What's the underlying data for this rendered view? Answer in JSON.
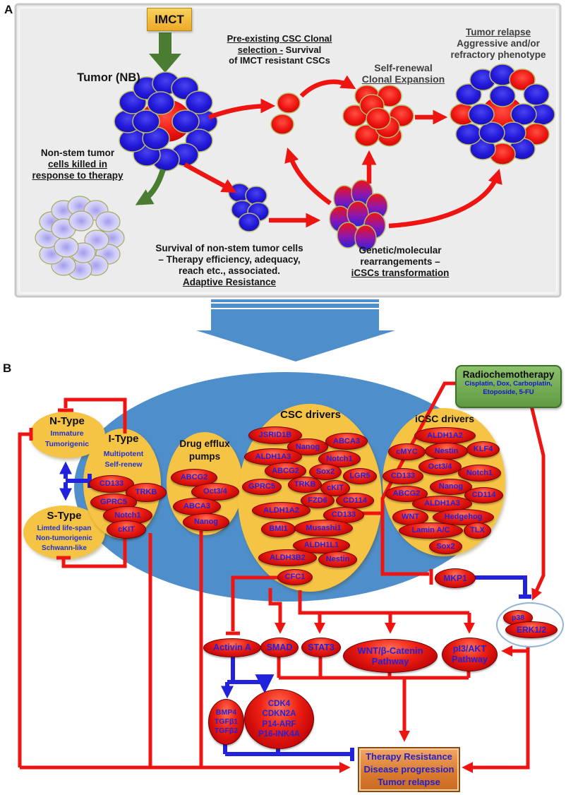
{
  "panel_a": {
    "label": "A",
    "imct": "IMCT",
    "tumor_label": "Tumor (NB)",
    "preexisting": {
      "l1": "Pre-existing CSC Clonal",
      "l2u": "selection -",
      "l2r": "Survival",
      "l3": "of IMCT resistant CSCs"
    },
    "self_renewal": {
      "l1": "Self-renewal",
      "l2": "Clonal Expansion"
    },
    "relapse": {
      "l1": "Tumor relapse",
      "l2": "Aggressive and/or",
      "l3": "refractory phenotype"
    },
    "killed": {
      "l1": "Non-stem tumor",
      "l2": "cells killed in",
      "l3": "response to therapy"
    },
    "survival": {
      "l1": "Survival of non-stem tumor cells",
      "l2": "– Therapy efficiency, adequacy,",
      "l3": "reach etc., associated.",
      "l4": "Adaptive Resistance"
    },
    "genetic": {
      "l1": "Genetic/molecular",
      "l2": "rearrangements –",
      "l3": "iCSCs transformation"
    }
  },
  "panel_b": {
    "label": "B",
    "radio": {
      "title": "Radiochemotherapy",
      "drugs1": "Cisplatin, Dox, Carboplatin,",
      "drugs2": "Etoposide, 5-FU"
    },
    "n_type": {
      "title": "N-Type",
      "s1": "Immature",
      "s2": "Tumorigenic"
    },
    "s_type": {
      "title": "S-Type",
      "s1": "Limted life-span",
      "s2": "Non-tumorigenic",
      "s3": "Schwann-like"
    },
    "i_type": {
      "title": "I-Type",
      "s1": "Multipotent",
      "s2": "Self-renew",
      "genes": [
        "CD133",
        "TRKB",
        "GPRC5",
        "Notch1",
        "cKIT"
      ]
    },
    "efflux": {
      "t1": "Drug efflux",
      "t2": "pumps",
      "genes": [
        "ABCG2",
        "Oct3/4",
        "ABCA3",
        "Nanog"
      ]
    },
    "csc": {
      "title": "CSC drivers",
      "genes": [
        "JSRID1B",
        "Nanog",
        "ABCA3",
        "ALDH1A3",
        "Notch1",
        "ABCG2",
        "Sox2",
        "LGR5",
        "GPRC5",
        "TRKB",
        "cKIT",
        "FZD6",
        "CD114",
        "ALDH1A2",
        "CD133",
        "BMI1",
        "Musashi1",
        "ALDH1L1",
        "ALDH3B2",
        "Nestin",
        "CFC1"
      ]
    },
    "icsc": {
      "title": "iCSC drivers",
      "genes": [
        "ALDH1A2",
        "cMYC",
        "Nestin",
        "KLF4",
        "Oct3/4",
        "CD133",
        "Notch1",
        "Nanog",
        "ABCG2",
        "CD114",
        "ALDH1A3",
        "WNT",
        "Hedgehog",
        "Lamin A/C",
        "TLX",
        "Sox2"
      ]
    },
    "mkp1": "MKP1",
    "p38": "p38",
    "erk": "ERK1/2",
    "activin": "Activin A",
    "smad": "SMAD",
    "stat3": "STAT3",
    "wnt": [
      "WNT/β-Catenin",
      "Pathway"
    ],
    "pi3": [
      "pI3/AKT",
      "Pathway"
    ],
    "bmp": [
      "BMP4",
      "TGFβ1",
      "TGFβ2"
    ],
    "cdk": [
      "CDK4",
      "CDKN2A",
      "P14-ARF",
      "P16-INK4A"
    ],
    "outcome": [
      "Therapy Resistance",
      "Disease progression",
      "Tumor relapse"
    ]
  },
  "colors": {
    "red_line": "#ee1411",
    "blue_line": "#2222dd",
    "cell_blue": "#2a23d8",
    "big_ellipse": "#4e8fcb",
    "oval_yellow": "#f6c445",
    "radio_green": "#6aa84f",
    "gene_text_blue": "#2222dd",
    "outcome_orange": "#d97a2e"
  }
}
